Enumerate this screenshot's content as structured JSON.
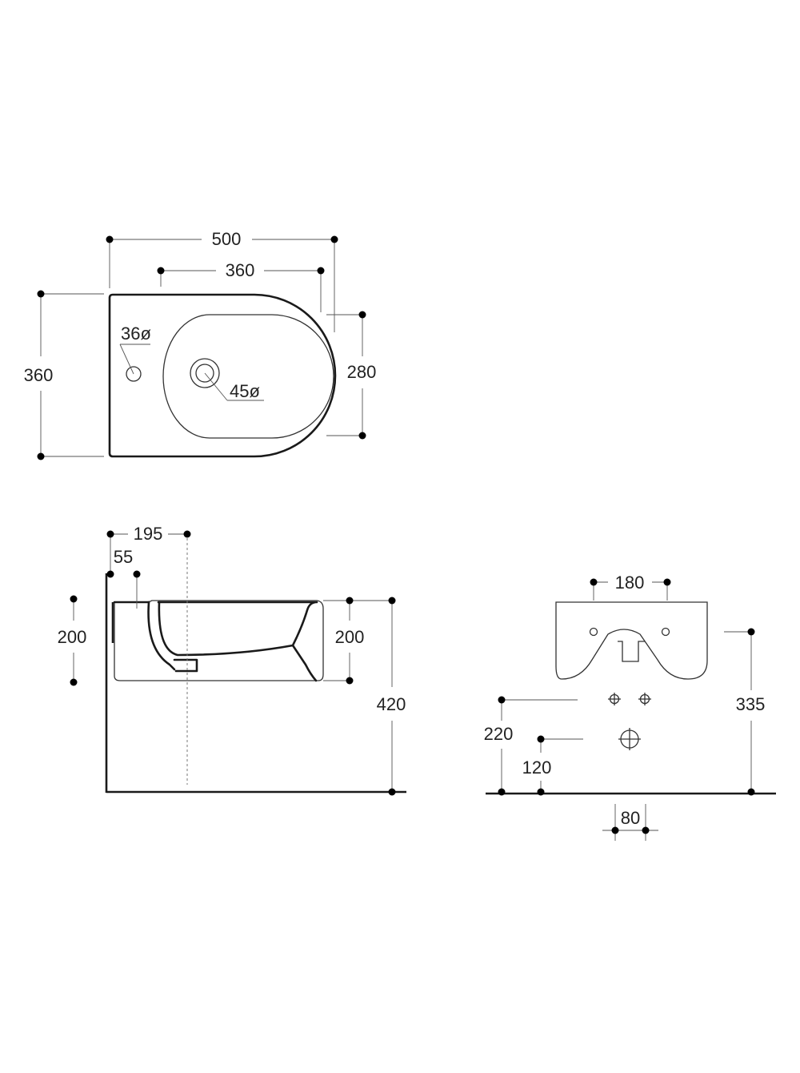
{
  "top_view": {
    "width": "500",
    "bowl_width": "360",
    "depth": "360",
    "bowl_depth": "280",
    "tap_hole": "36ø",
    "drain_hole": "45ø"
  },
  "side_view": {
    "drain_offset": "195",
    "tap_offset": "55",
    "height": "200",
    "rim_height": "200",
    "mount_height": "420"
  },
  "front_view": {
    "bolt_spacing": "180",
    "bolt_height": "335",
    "supply_height": "220",
    "drain_height": "120",
    "supply_spacing": "80"
  },
  "colors": {
    "line": "#1a1a1a",
    "dimension": "#555555",
    "background": "#ffffff"
  }
}
